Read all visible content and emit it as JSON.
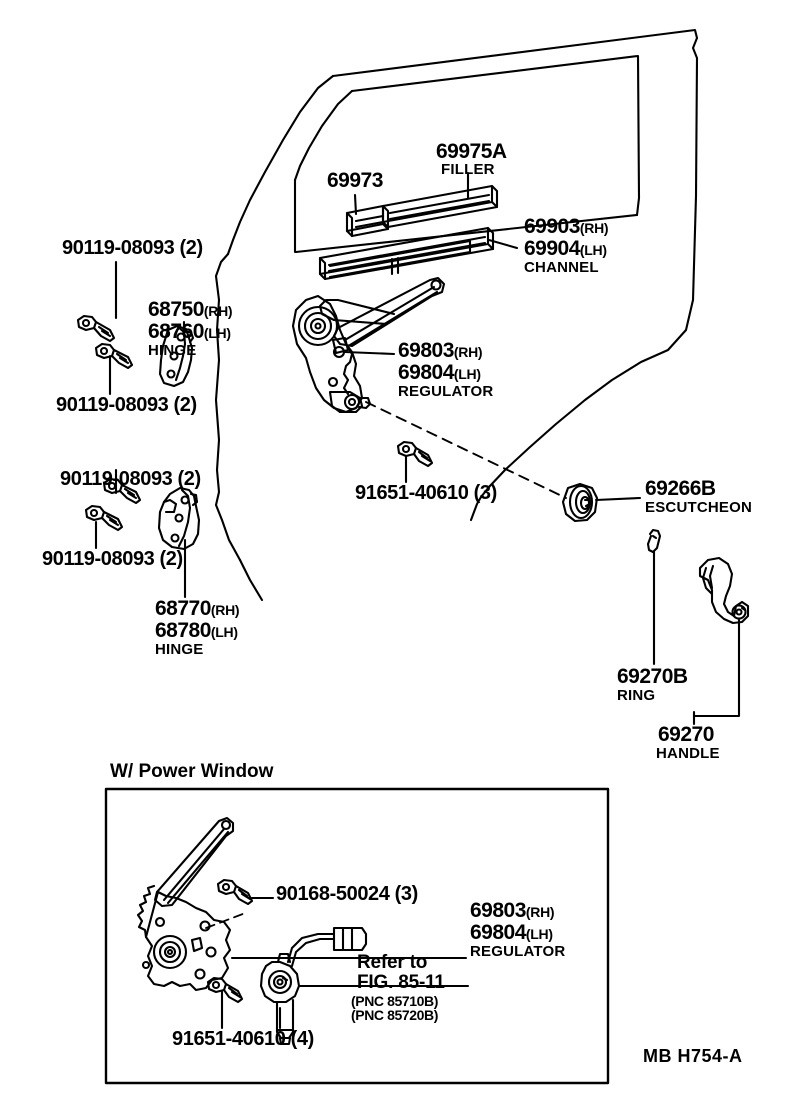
{
  "diagram": {
    "footer_code": "MB  H754-A",
    "inset_title": "W/ Power Window",
    "line_color": "#000000",
    "background": "#ffffff"
  },
  "labels": {
    "filler": {
      "part_no": "69975A",
      "name": "FILLER"
    },
    "weatherstrip": {
      "part_no": "69973"
    },
    "channel": {
      "part_no_rh": "69903",
      "rh": "(RH)",
      "part_no_lh": "69904",
      "lh": "(LH)",
      "name": "CHANNEL"
    },
    "hinge_upper": {
      "part_no_rh": "68750",
      "rh": "(RH)",
      "part_no_lh": "68760",
      "lh": "(LH)",
      "name": "HINGE"
    },
    "hinge_lower": {
      "part_no_rh": "68770",
      "rh": "(RH)",
      "part_no_lh": "68780",
      "lh": "(LH)",
      "name": "HINGE"
    },
    "regulator": {
      "part_no_rh": "69803",
      "rh": "(RH)",
      "part_no_lh": "69804",
      "lh": "(LH)",
      "name": "REGULATOR"
    },
    "bolt_hinge_1": "90119-08093 (2)",
    "bolt_hinge_2": "90119-08093 (2)",
    "bolt_hinge_3": "90119-08093 (2)",
    "bolt_hinge_4": "90119-08093 (2)",
    "screw_regulator": "91651-40610 (3)",
    "escutcheon": {
      "part_no": "69266B",
      "name": "ESCUTCHEON"
    },
    "ring": {
      "part_no": "69270B",
      "name": "RING"
    },
    "handle": {
      "part_no": "69270",
      "name": "HANDLE"
    }
  },
  "inset": {
    "title": "W/ Power Window",
    "bolt_motor": "90168-50024 (3)",
    "screw_regulator": "91651-40610 (4)",
    "regulator": {
      "part_no_rh": "69803",
      "rh": "(RH)",
      "part_no_lh": "69804",
      "lh": "(LH)",
      "name": "REGULATOR"
    },
    "refer": {
      "line1": "Refer to",
      "line2": "FIG. 85-11",
      "line3": "(PNC 85710B)",
      "line4": "(PNC 85720B)"
    }
  }
}
